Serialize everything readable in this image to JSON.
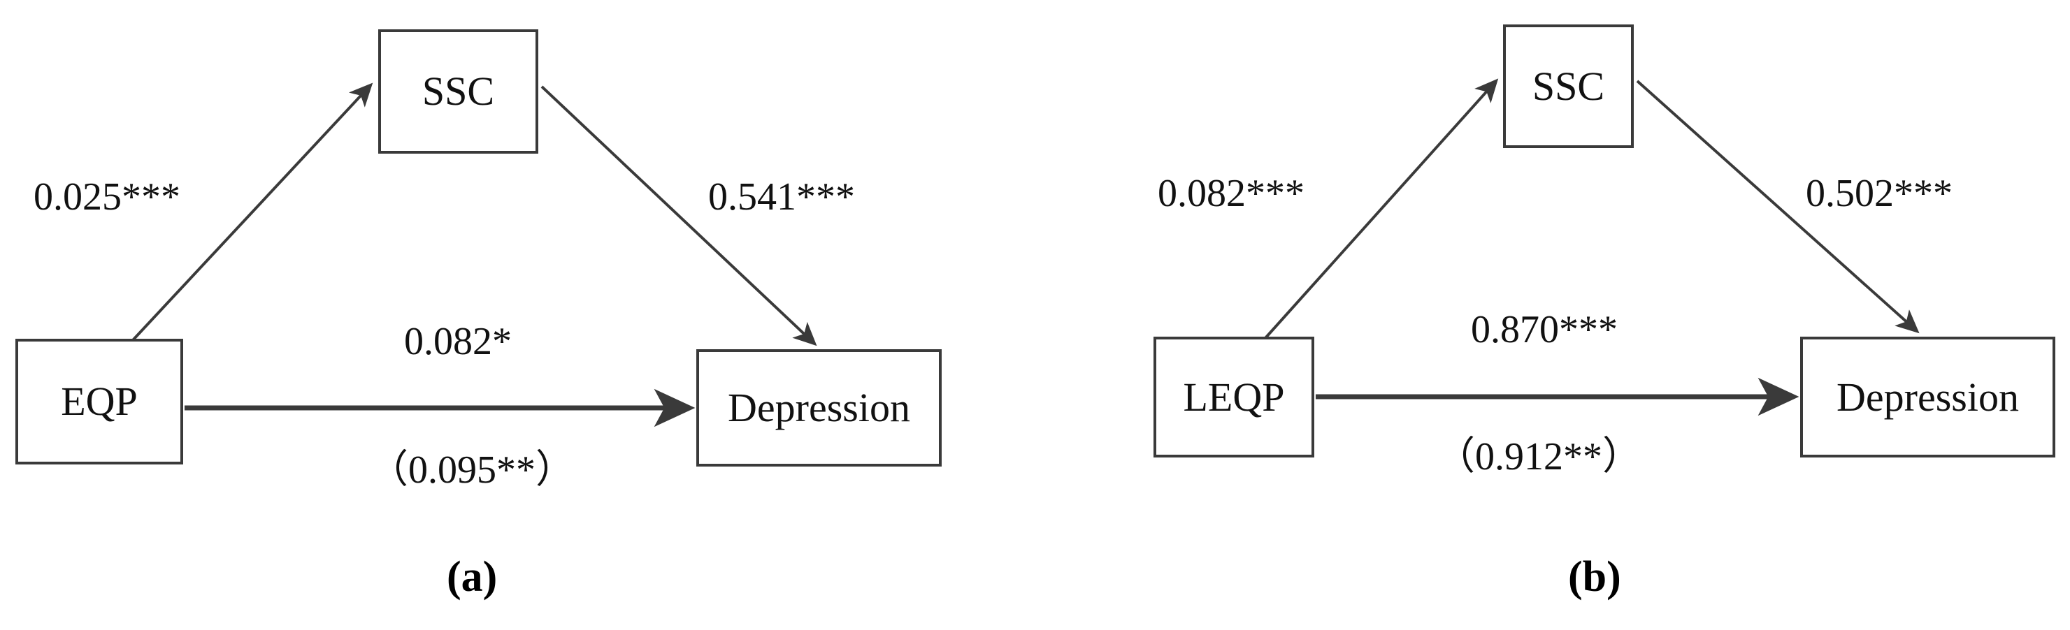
{
  "figure": {
    "type": "mediation-path-diagram",
    "panels": [
      {
        "caption": "(a)",
        "nodes": {
          "predictor": "EQP",
          "mediator": "SSC",
          "outcome": "Depression"
        },
        "paths": {
          "predictor_to_mediator": "0.025***",
          "mediator_to_outcome": "0.541***",
          "direct_effect": "0.082*",
          "total_effect": "（0.095**）"
        }
      },
      {
        "caption": "(b)",
        "nodes": {
          "predictor": "LEQP",
          "mediator": "SSC",
          "outcome": "Depression"
        },
        "paths": {
          "predictor_to_mediator": "0.082***",
          "mediator_to_outcome": "0.502***",
          "direct_effect": "0.870***",
          "total_effect": "（0.912**）"
        }
      }
    ],
    "colors": {
      "stroke": "#3a3a3a",
      "text": "#111111",
      "background": "#ffffff"
    }
  }
}
